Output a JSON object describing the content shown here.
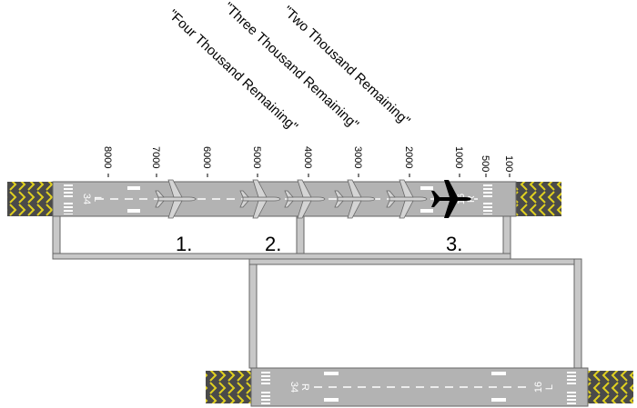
{
  "callouts": [
    "\"Four Thousand Remaining\"",
    "\"Three Thousand Remaining\"",
    "\"Two Thousand Remaining\""
  ],
  "distance_markers": [
    "8000",
    "7000",
    "6000",
    "5000",
    "4000",
    "3000",
    "2000",
    "1000",
    "500",
    "100"
  ],
  "phase_labels": [
    "1.",
    "2.",
    "3."
  ],
  "upper_runway": {
    "threshold_number": "34",
    "threshold_side": "L",
    "far_number": "16",
    "far_side": "R"
  },
  "lower_runway": {
    "threshold_number": "34",
    "threshold_side": "R",
    "far_number": "16",
    "far_side": "L"
  },
  "colors": {
    "runway": "#b3b3b3",
    "taxiway": "#c8c8c8",
    "blast_pad": "#4a4a4a",
    "chevron": "#e0d020",
    "aircraft_ghost": "#d4d4d4",
    "aircraft_active": "#000000"
  }
}
